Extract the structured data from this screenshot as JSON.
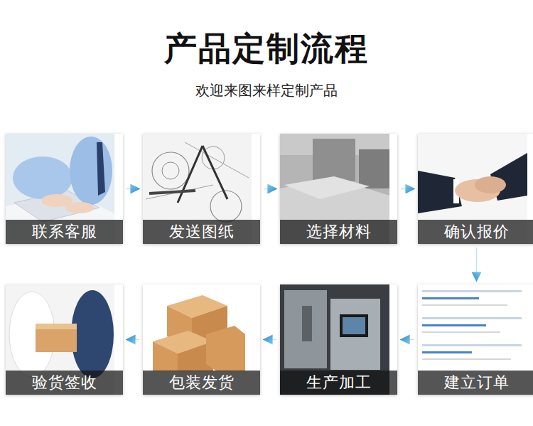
{
  "diagram": {
    "title": "产品定制流程",
    "caption": "欢迎来图来样定制产品",
    "nodes": [
      {
        "text": [
          "联系客服"
        ]
      },
      {
        "text": [
          "发送图纸"
        ]
      },
      {
        "text": [
          "选择材料"
        ]
      },
      {
        "text": [
          "确认报价"
        ]
      },
      {
        "text": [
          "建立订单"
        ]
      },
      {
        "text": [
          "生产加工"
        ]
      },
      {
        "text": [
          "包装发货"
        ]
      },
      {
        "text": [
          "验货签收"
        ]
      }
    ],
    "edges": [
      {
        "from": 0,
        "to": 1,
        "arrow": "to"
      },
      {
        "from": 1,
        "to": 2,
        "arrow": "to"
      },
      {
        "from": 2,
        "to": 3,
        "arrow": "to"
      },
      {
        "from": 3,
        "to": 4,
        "arrow": "to"
      },
      {
        "from": 4,
        "to": 5,
        "arrow": "to"
      },
      {
        "from": 5,
        "to": 6,
        "arrow": "to"
      },
      {
        "from": 6,
        "to": 7,
        "arrow": "to"
      }
    ]
  }
}
